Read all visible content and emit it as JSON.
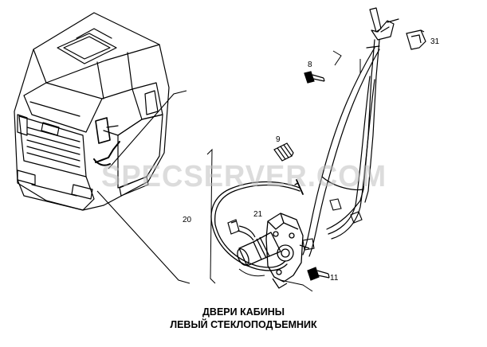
{
  "callouts": {
    "c8": "8",
    "c9": "9",
    "c11": "11",
    "c20": "20",
    "c21": "21",
    "c31": "31"
  },
  "watermark": "SPECSERVER.COM",
  "caption": {
    "line1": "ДВЕРИ КАБИНЫ",
    "line2": "ЛЕВЫЙ СТЕКЛОПОДЪЕМНИК"
  },
  "colors": {
    "ink": "#000000",
    "watermark": "#bfbfbf",
    "background": "#ffffff"
  }
}
